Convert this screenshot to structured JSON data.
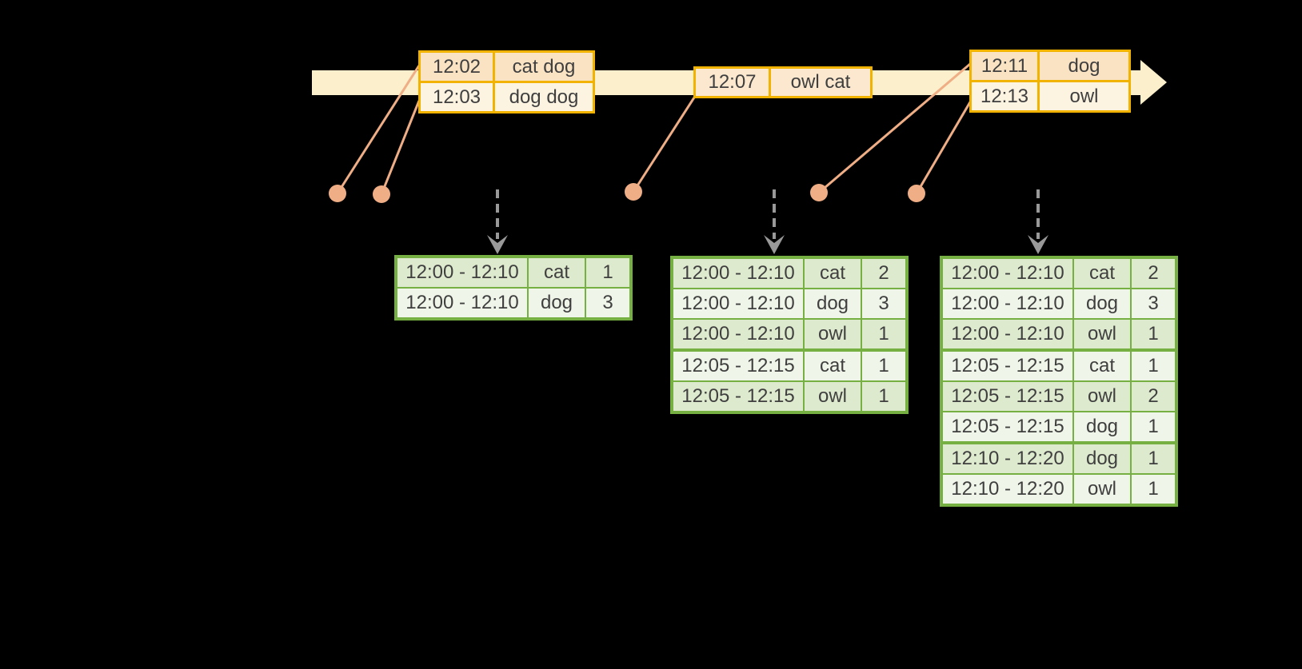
{
  "colors": {
    "background": "#000000",
    "gold": "#F1B300",
    "peach": "#FAE3C3",
    "cream": "#FCF3E1",
    "peach_mid": "#FBE8CE",
    "timeline": "#FBF0CB",
    "salmon": "#EFAE85",
    "green": "#76B043",
    "sage": "#DEEACE",
    "mint": "#EFF5E8",
    "gray": "#999999",
    "ink": "#3F3F3F"
  },
  "icons": {
    "timeline_arrowhead": "right-arrow",
    "trigger_arrowhead": "down-chevron-arrow",
    "event_marker": "dot"
  },
  "event_tables": [
    {
      "rows": [
        {
          "time": "12:02",
          "words": "cat dog"
        },
        {
          "time": "12:03",
          "words": "dog dog"
        }
      ]
    },
    {
      "rows": [
        {
          "time": "12:07",
          "words": "owl cat"
        }
      ]
    },
    {
      "rows": [
        {
          "time": "12:11",
          "words": "dog"
        },
        {
          "time": "12:13",
          "words": "owl"
        }
      ]
    }
  ],
  "result_tables": [
    {
      "rows": [
        {
          "window": "12:00 - 12:10",
          "word": "cat",
          "count": "1"
        },
        {
          "window": "12:00 - 12:10",
          "word": "dog",
          "count": "3"
        }
      ]
    },
    {
      "rows": [
        {
          "window": "12:00 - 12:10",
          "word": "cat",
          "count": "2"
        },
        {
          "window": "12:00 - 12:10",
          "word": "dog",
          "count": "3"
        },
        {
          "window": "12:00 - 12:10",
          "word": "owl",
          "count": "1"
        },
        {
          "window": "12:05 - 12:15",
          "word": "cat",
          "count": "1"
        },
        {
          "window": "12:05 - 12:15",
          "word": "owl",
          "count": "1"
        }
      ]
    },
    {
      "rows": [
        {
          "window": "12:00 - 12:10",
          "word": "cat",
          "count": "2"
        },
        {
          "window": "12:00 - 12:10",
          "word": "dog",
          "count": "3"
        },
        {
          "window": "12:00 - 12:10",
          "word": "owl",
          "count": "1"
        },
        {
          "window": "12:05 - 12:15",
          "word": "cat",
          "count": "1"
        },
        {
          "window": "12:05 - 12:15",
          "word": "owl",
          "count": "2"
        },
        {
          "window": "12:05 - 12:15",
          "word": "dog",
          "count": "1"
        },
        {
          "window": "12:10 - 12:20",
          "word": "dog",
          "count": "1"
        },
        {
          "window": "12:10 - 12:20",
          "word": "owl",
          "count": "1"
        }
      ]
    }
  ]
}
